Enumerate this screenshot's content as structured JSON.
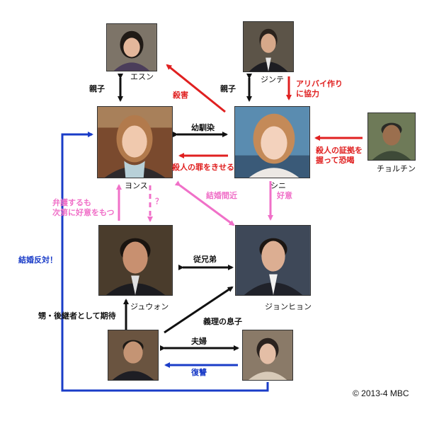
{
  "characters": {
    "esun": {
      "name": "エスン"
    },
    "jinte": {
      "name": "ジンテ"
    },
    "yonsu": {
      "name": "ヨンス"
    },
    "shini": {
      "name": "シニ"
    },
    "choruchin": {
      "name": "チョルチン"
    },
    "juwon": {
      "name": "ジュウォン"
    },
    "jonhyon": {
      "name": "ジョンヒョン"
    },
    "father": {
      "name": ""
    },
    "mother": {
      "name": ""
    }
  },
  "relations": {
    "esun_yonsu": "親子",
    "jinte_shini": "親子",
    "shini_esun": "殺害",
    "jinte_shini_alibi": "アリバイ作り\nに協力",
    "yonsu_shini_friend": "幼馴染",
    "shini_yonsu_frame": "殺人の罪をきせる",
    "choruchin_shini": "殺人の証拠を\n握って恐喝",
    "juwon_yonsu": "弁護するも\n次第に好意をもつ",
    "yonsu_juwon_q": "？",
    "shini_jonhyon": "好意",
    "yonsu_jonhyon": "結婚間近",
    "juwon_jonhyon": "従兄弟",
    "father_juwon": "甥・後継者として期待",
    "father_jonhyon": "義理の息子",
    "father_mother": "夫婦",
    "mother_father": "復讐",
    "mother_yonsu": "結婚反対！"
  },
  "colors": {
    "black": "#111111",
    "red": "#e02020",
    "pink": "#f070c8",
    "blue": "#1a3cc8"
  },
  "copyright": "© 2013-4 MBC"
}
